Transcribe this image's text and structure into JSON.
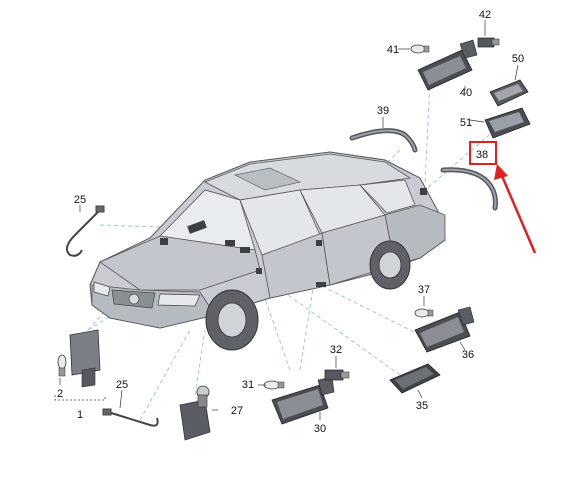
{
  "callouts": {
    "n1": "1",
    "n2": "2",
    "n25a": "25",
    "n25b": "25",
    "n27": "27",
    "n30": "30",
    "n31": "31",
    "n32": "32",
    "n35": "35",
    "n36": "36",
    "n37": "37",
    "n38": "38",
    "n39": "39",
    "n40": "40",
    "n41": "41",
    "n42": "42",
    "n50": "50",
    "n51": "51"
  },
  "highlight": {
    "target_callout": "38",
    "box_color": "#e02020",
    "arrow_color": "#e02020"
  },
  "colors": {
    "car_body": "#c8ccd2",
    "car_shade": "#9aa0a8",
    "part_dark": "#4a4d52",
    "leader": "#9fc6e0"
  }
}
